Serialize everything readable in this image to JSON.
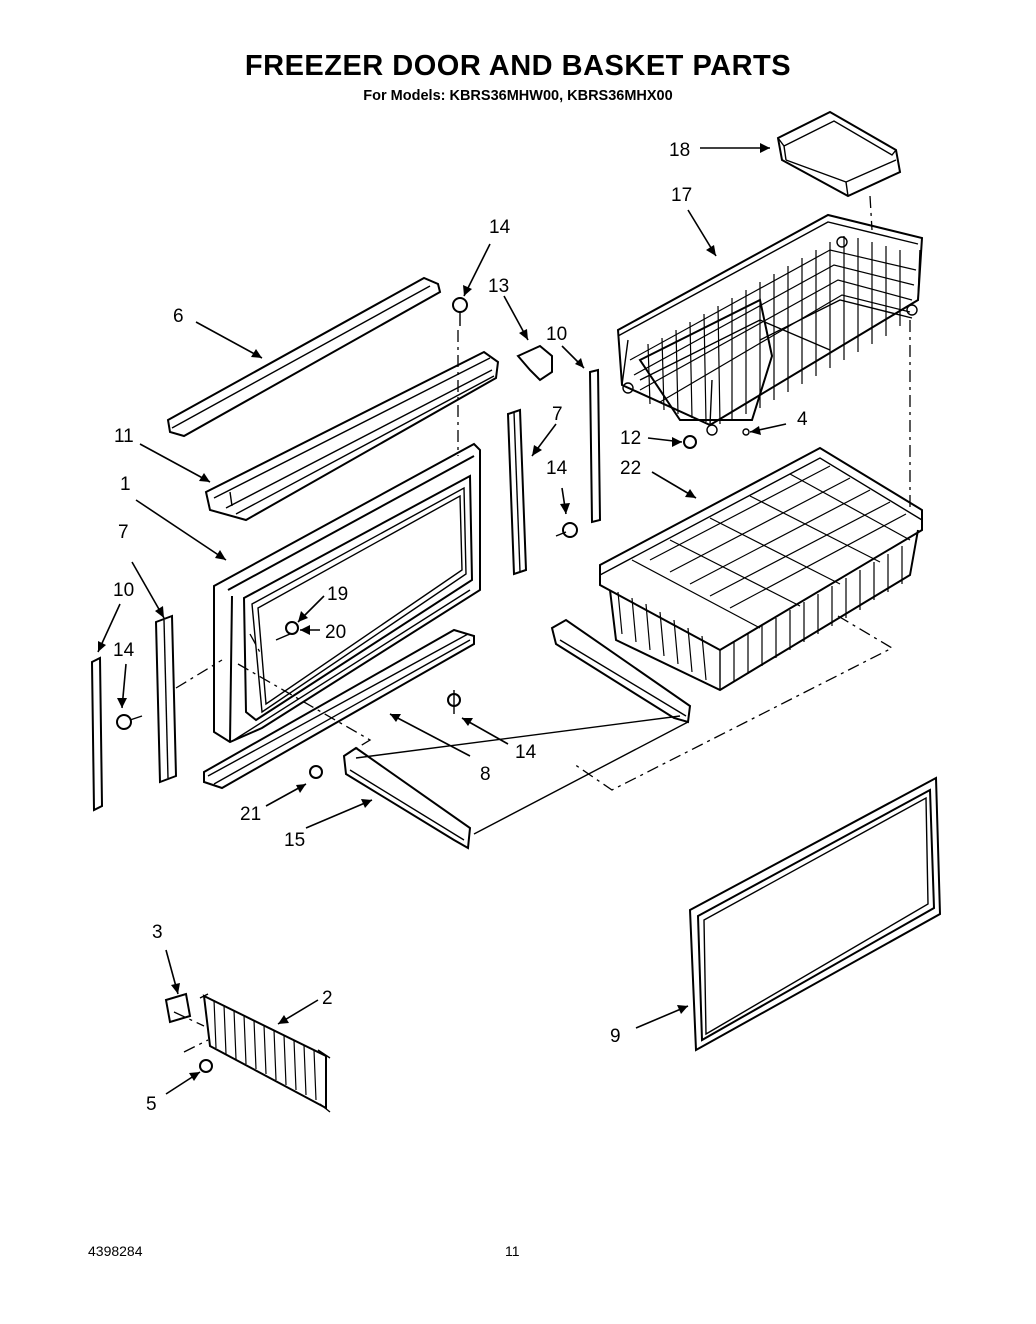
{
  "title": "FREEZER DOOR AND BASKET PARTS",
  "subtitle": "For Models: KBRS36MHW00, KBRS36MHX00",
  "callouts": {
    "c1": "1",
    "c2": "2",
    "c3": "3",
    "c4": "4",
    "c5": "5",
    "c6": "6",
    "c7a": "7",
    "c7b": "7",
    "c8": "8",
    "c9": "9",
    "c10a": "10",
    "c10b": "10",
    "c11": "11",
    "c12": "12",
    "c13": "13",
    "c14a": "14",
    "c14b": "14",
    "c14c": "14",
    "c14d": "14",
    "c15": "15",
    "c17": "17",
    "c18": "18",
    "c19": "19",
    "c20": "20",
    "c21": "21",
    "c22": "22"
  },
  "footer": {
    "doc_number": "4398284",
    "page_number": "11"
  }
}
